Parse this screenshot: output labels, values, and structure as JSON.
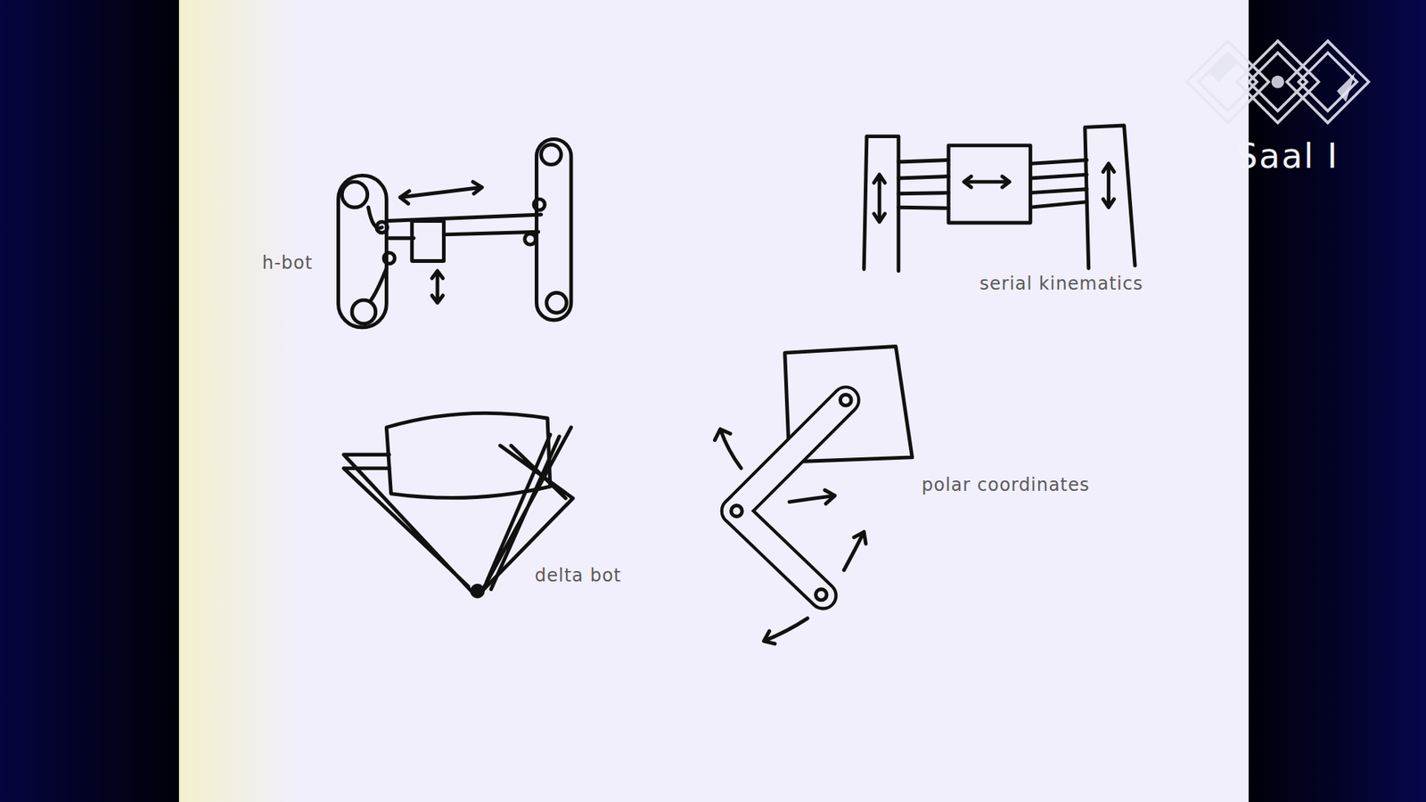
{
  "diagram": {
    "labels": [
      "h-bot",
      "serial kinematics",
      "delta bot",
      "polar coordinates",
      "Saal I"
    ]
  }
}
